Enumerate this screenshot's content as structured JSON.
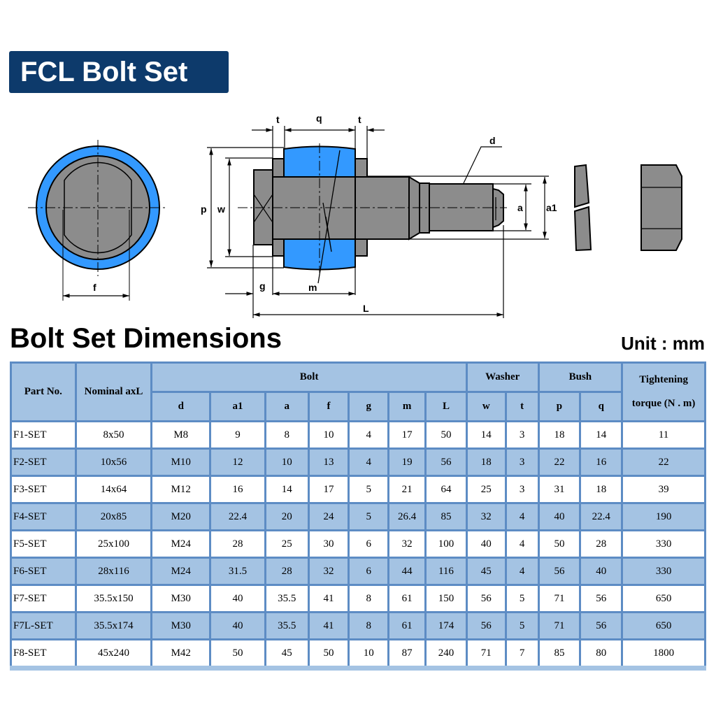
{
  "title": "FCL Bolt Set",
  "section_title": "Bolt Set Dimensions",
  "unit": "Unit : mm",
  "colors": {
    "title_bg": "#0d3a6b",
    "header_bg": "#a4c3e3",
    "border": "#5d8cc4",
    "bush_blue": "#3399ff",
    "metal_gray": "#8c8c8c"
  },
  "drawing_labels": {
    "t1": "t",
    "q": "q",
    "t2": "t",
    "d": "d",
    "p": "p",
    "w": "w",
    "a": "a",
    "a1": "a1",
    "g": "g",
    "m": "m",
    "L": "L",
    "f": "f"
  },
  "table": {
    "headers": {
      "part_no": "Part No.",
      "nominal": "Nominal axL",
      "bolt": "Bolt",
      "washer": "Washer",
      "bush": "Bush",
      "torque_1": "Tightening",
      "torque_2": "torque (N . m)"
    },
    "sub_headers": [
      "d",
      "a1",
      "a",
      "f",
      "g",
      "m",
      "L",
      "w",
      "t",
      "p",
      "q"
    ],
    "rows": [
      [
        "F1-SET",
        "8x50",
        "M8",
        "9",
        "8",
        "10",
        "4",
        "17",
        "50",
        "14",
        "3",
        "18",
        "14",
        "11"
      ],
      [
        "F2-SET",
        "10x56",
        "M10",
        "12",
        "10",
        "13",
        "4",
        "19",
        "56",
        "18",
        "3",
        "22",
        "16",
        "22"
      ],
      [
        "F3-SET",
        "14x64",
        "M12",
        "16",
        "14",
        "17",
        "5",
        "21",
        "64",
        "25",
        "3",
        "31",
        "18",
        "39"
      ],
      [
        "F4-SET",
        "20x85",
        "M20",
        "22.4",
        "20",
        "24",
        "5",
        "26.4",
        "85",
        "32",
        "4",
        "40",
        "22.4",
        "190"
      ],
      [
        "F5-SET",
        "25x100",
        "M24",
        "28",
        "25",
        "30",
        "6",
        "32",
        "100",
        "40",
        "4",
        "50",
        "28",
        "330"
      ],
      [
        "F6-SET",
        "28x116",
        "M24",
        "31.5",
        "28",
        "32",
        "6",
        "44",
        "116",
        "45",
        "4",
        "56",
        "40",
        "330"
      ],
      [
        "F7-SET",
        "35.5x150",
        "M30",
        "40",
        "35.5",
        "41",
        "8",
        "61",
        "150",
        "56",
        "5",
        "71",
        "56",
        "650"
      ],
      [
        "F7L-SET",
        "35.5x174",
        "M30",
        "40",
        "35.5",
        "41",
        "8",
        "61",
        "174",
        "56",
        "5",
        "71",
        "56",
        "650"
      ],
      [
        "F8-SET",
        "45x240",
        "M42",
        "50",
        "45",
        "50",
        "10",
        "87",
        "240",
        "71",
        "7",
        "85",
        "80",
        "1800"
      ]
    ]
  }
}
